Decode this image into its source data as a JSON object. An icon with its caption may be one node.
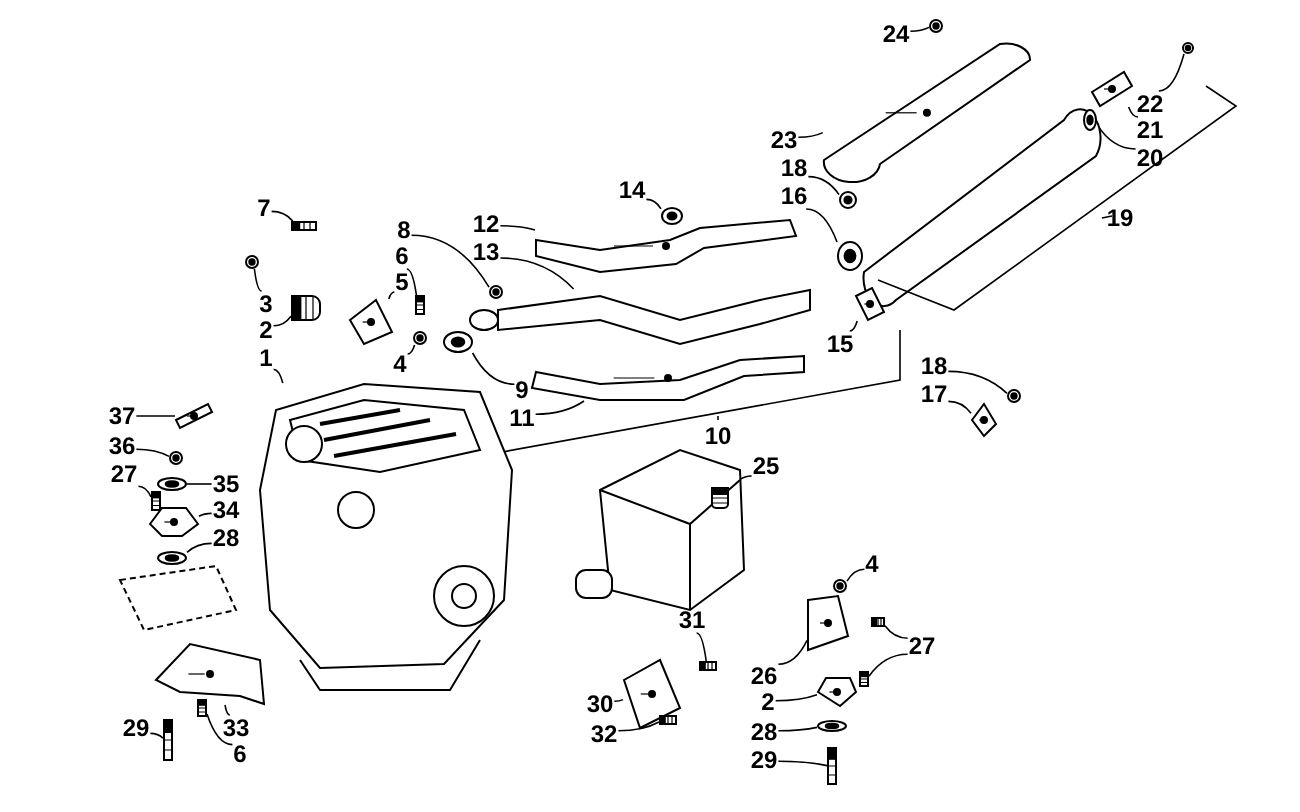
{
  "diagram": {
    "nodes": [
      {
        "text": [
          "24"
        ]
      },
      {
        "text": [
          "22"
        ]
      },
      {
        "text": [
          "21"
        ]
      },
      {
        "text": [
          "20"
        ]
      },
      {
        "text": [
          "23"
        ]
      },
      {
        "text": [
          "18"
        ]
      },
      {
        "text": [
          "16"
        ]
      },
      {
        "text": [
          "14"
        ]
      },
      {
        "text": [
          "7"
        ]
      },
      {
        "text": [
          "19"
        ]
      },
      {
        "text": [
          "12"
        ]
      },
      {
        "text": [
          "8"
        ]
      },
      {
        "text": [
          "13"
        ]
      },
      {
        "text": [
          "6"
        ]
      },
      {
        "text": [
          "5"
        ]
      },
      {
        "text": [
          "3"
        ]
      },
      {
        "text": [
          "2"
        ]
      },
      {
        "text": [
          "15"
        ]
      },
      {
        "text": [
          "1"
        ]
      },
      {
        "text": [
          "4"
        ]
      },
      {
        "text": [
          "18"
        ]
      },
      {
        "text": [
          "9"
        ]
      },
      {
        "text": [
          "17"
        ]
      },
      {
        "text": [
          "37"
        ]
      },
      {
        "text": [
          "10"
        ]
      },
      {
        "text": [
          "11"
        ]
      },
      {
        "text": [
          "36"
        ]
      },
      {
        "text": [
          "25"
        ]
      },
      {
        "text": [
          "27"
        ]
      },
      {
        "text": [
          "35"
        ]
      },
      {
        "text": [
          "34"
        ]
      },
      {
        "text": [
          "28"
        ]
      },
      {
        "text": [
          "4"
        ]
      },
      {
        "text": [
          "31"
        ]
      },
      {
        "text": [
          "27"
        ]
      },
      {
        "text": [
          "26"
        ]
      },
      {
        "text": [
          "2"
        ]
      },
      {
        "text": [
          "30"
        ]
      },
      {
        "text": [
          "29"
        ]
      },
      {
        "text": [
          "33"
        ]
      },
      {
        "text": [
          "28"
        ]
      },
      {
        "text": [
          "32"
        ]
      },
      {
        "text": [
          "6"
        ]
      },
      {
        "text": [
          "29"
        ]
      },
      {
        "text": [],
        "shape": "picture"
      },
      {
        "text": [],
        "shape": "picture"
      },
      {
        "text": [],
        "shape": "picture"
      },
      {
        "text": [],
        "shape": "picture"
      },
      {
        "text": [],
        "shape": "picture"
      },
      {
        "text": [],
        "shape": "picture"
      },
      {
        "text": [],
        "shape": "picture"
      },
      {
        "text": [],
        "shape": "picture"
      },
      {
        "text": [],
        "shape": "picture"
      },
      {
        "text": [],
        "shape": "picture"
      },
      {
        "text": [],
        "shape": "picture"
      },
      {
        "text": [],
        "shape": "picture"
      },
      {
        "text": [],
        "shape": "picture"
      },
      {
        "text": [],
        "shape": "picture"
      },
      {
        "text": [],
        "shape": "picture"
      },
      {
        "text": [],
        "shape": "picture"
      },
      {
        "text": [],
        "shape": "picture"
      },
      {
        "text": [],
        "shape": "picture"
      },
      {
        "text": [],
        "shape": "picture"
      },
      {
        "text": [],
        "shape": "picture"
      },
      {
        "text": [],
        "shape": "picture"
      },
      {
        "text": [],
        "shape": "picture"
      },
      {
        "text": [],
        "shape": "picture"
      },
      {
        "text": [],
        "shape": "picture"
      },
      {
        "text": [],
        "shape": "picture"
      },
      {
        "text": [],
        "shape": "picture"
      },
      {
        "text": [],
        "shape": "picture"
      },
      {
        "text": [],
        "shape": "picture"
      },
      {
        "text": [],
        "shape": "picture"
      },
      {
        "text": [],
        "shape": "picture"
      },
      {
        "text": [],
        "shape": "picture"
      },
      {
        "text": [],
        "shape": "picture"
      },
      {
        "text": [],
        "shape": "picture"
      },
      {
        "text": [],
        "shape": "picture"
      },
      {
        "text": [],
        "shape": "picture"
      },
      {
        "text": [],
        "shape": "picture"
      },
      {
        "text": [],
        "shape": "picture"
      },
      {
        "text": [],
        "shape": "picture"
      },
      {
        "text": [],
        "shape": "picture"
      },
      {
        "text": [],
        "shape": "picture"
      },
      {
        "text": [],
        "shape": "picture"
      },
      {
        "text": [],
        "shape": "picture"
      },
      {
        "text": [],
        "shape": "picture"
      }
    ],
    "edges": [
      {
        "from": 0,
        "to": 44,
        "arrow": "none"
      },
      {
        "from": 1,
        "to": 45,
        "arrow": "none"
      },
      {
        "from": 2,
        "to": 46,
        "arrow": "none"
      },
      {
        "from": 3,
        "to": 47,
        "arrow": "none"
      },
      {
        "from": 4,
        "to": 48,
        "arrow": "none"
      },
      {
        "from": 5,
        "to": 49,
        "arrow": "none"
      },
      {
        "from": 6,
        "to": 50,
        "arrow": "none"
      },
      {
        "from": 7,
        "to": 51,
        "arrow": "none"
      },
      {
        "from": 8,
        "to": 52,
        "arrow": "none"
      },
      {
        "from": 10,
        "to": 53,
        "arrow": "none"
      },
      {
        "from": 11,
        "to": 54,
        "arrow": "none"
      },
      {
        "from": 12,
        "to": 55,
        "arrow": "none"
      },
      {
        "from": 13,
        "to": 56,
        "arrow": "none"
      },
      {
        "from": 14,
        "to": 57,
        "arrow": "none"
      },
      {
        "from": 15,
        "to": 58,
        "arrow": "none"
      },
      {
        "from": 16,
        "to": 59,
        "arrow": "none"
      },
      {
        "from": 17,
        "to": 60,
        "arrow": "none"
      },
      {
        "from": 18,
        "to": 61,
        "arrow": "none"
      },
      {
        "from": 19,
        "to": 62,
        "arrow": "none"
      },
      {
        "from": 20,
        "to": 63,
        "arrow": "none"
      },
      {
        "from": 21,
        "to": 64,
        "arrow": "none"
      },
      {
        "from": 22,
        "to": 65,
        "arrow": "none"
      },
      {
        "from": 23,
        "to": 66,
        "arrow": "none"
      },
      {
        "from": 25,
        "to": 67,
        "arrow": "none"
      },
      {
        "from": 26,
        "to": 68,
        "arrow": "none"
      },
      {
        "from": 27,
        "to": 69,
        "arrow": "none"
      },
      {
        "from": 28,
        "to": 70,
        "arrow": "none"
      },
      {
        "from": 29,
        "to": 71,
        "arrow": "none"
      },
      {
        "from": 30,
        "to": 72,
        "arrow": "none"
      },
      {
        "from": 31,
        "to": 73,
        "arrow": "none"
      },
      {
        "from": 32,
        "to": 74,
        "arrow": "none"
      },
      {
        "from": 33,
        "to": 75,
        "arrow": "none"
      },
      {
        "from": 34,
        "to": 76,
        "arrow": "none"
      },
      {
        "from": 34,
        "to": 77,
        "arrow": "none"
      },
      {
        "from": 35,
        "to": 78,
        "arrow": "none"
      },
      {
        "from": 36,
        "to": 79,
        "arrow": "none"
      },
      {
        "from": 37,
        "to": 80,
        "arrow": "none"
      },
      {
        "from": 38,
        "to": 81,
        "arrow": "none"
      },
      {
        "from": 39,
        "to": 82,
        "arrow": "none"
      },
      {
        "from": 40,
        "to": 83,
        "arrow": "none"
      },
      {
        "from": 41,
        "to": 84,
        "arrow": "none"
      },
      {
        "from": 42,
        "to": 85,
        "arrow": "none"
      },
      {
        "from": 43,
        "to": 86,
        "arrow": "none"
      }
    ]
  }
}
